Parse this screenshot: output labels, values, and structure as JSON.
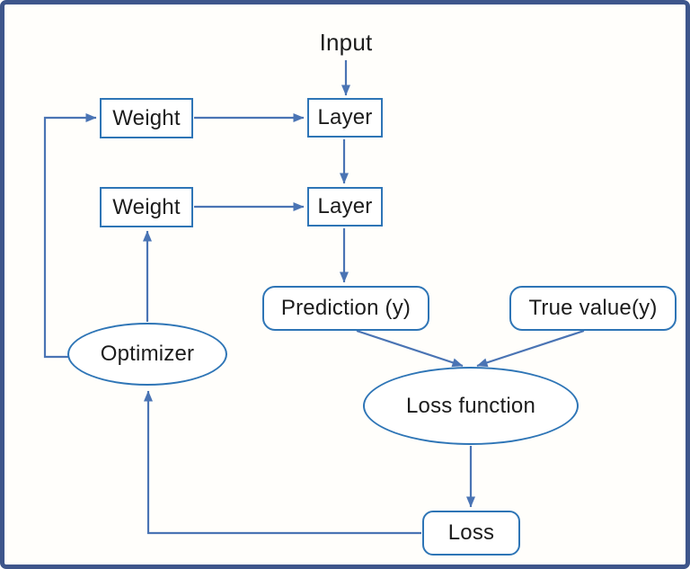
{
  "frame": {
    "background_color": "#FFFEFB",
    "border_color": "#3E568B"
  },
  "style": {
    "connector_color": "#4A74B4",
    "shape_border_color": "#2E75B6",
    "text_color": "#1C1C1C"
  },
  "diagram": {
    "nodes": [
      {
        "id": "input",
        "label": "Input",
        "shape": "plain-text"
      },
      {
        "id": "weight-1",
        "label": "Weight",
        "shape": "rect"
      },
      {
        "id": "layer-1",
        "label": "Layer",
        "shape": "rect"
      },
      {
        "id": "weight-2",
        "label": "Weight",
        "shape": "rect"
      },
      {
        "id": "layer-2",
        "label": "Layer",
        "shape": "rect"
      },
      {
        "id": "prediction",
        "label": "Prediction (y)",
        "shape": "rounded-rect"
      },
      {
        "id": "true-value",
        "label": "True value(y)",
        "shape": "rounded-rect"
      },
      {
        "id": "optimizer",
        "label": "Optimizer",
        "shape": "ellipse"
      },
      {
        "id": "loss-function",
        "label": "Loss function",
        "shape": "ellipse"
      },
      {
        "id": "loss",
        "label": "Loss",
        "shape": "rounded-rect"
      }
    ],
    "edges": [
      {
        "from": "input",
        "to": "layer-1"
      },
      {
        "from": "weight-1",
        "to": "layer-1"
      },
      {
        "from": "layer-1",
        "to": "layer-2"
      },
      {
        "from": "weight-2",
        "to": "layer-2"
      },
      {
        "from": "layer-2",
        "to": "prediction"
      },
      {
        "from": "prediction",
        "to": "loss-function"
      },
      {
        "from": "true-value",
        "to": "loss-function"
      },
      {
        "from": "loss-function",
        "to": "loss"
      },
      {
        "from": "loss",
        "to": "optimizer"
      },
      {
        "from": "optimizer",
        "to": "weight-2"
      },
      {
        "from": "optimizer",
        "to": "weight-1"
      }
    ]
  }
}
